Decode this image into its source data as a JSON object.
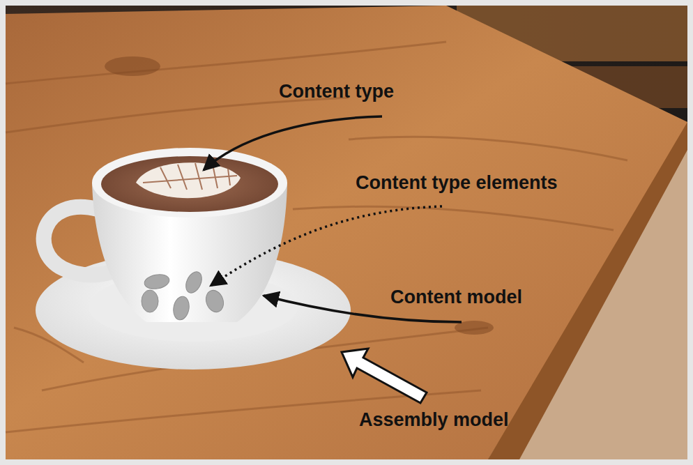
{
  "diagram": {
    "labels": [
      "Content type",
      "Content type elements",
      "Content model",
      "Assembly model"
    ]
  }
}
